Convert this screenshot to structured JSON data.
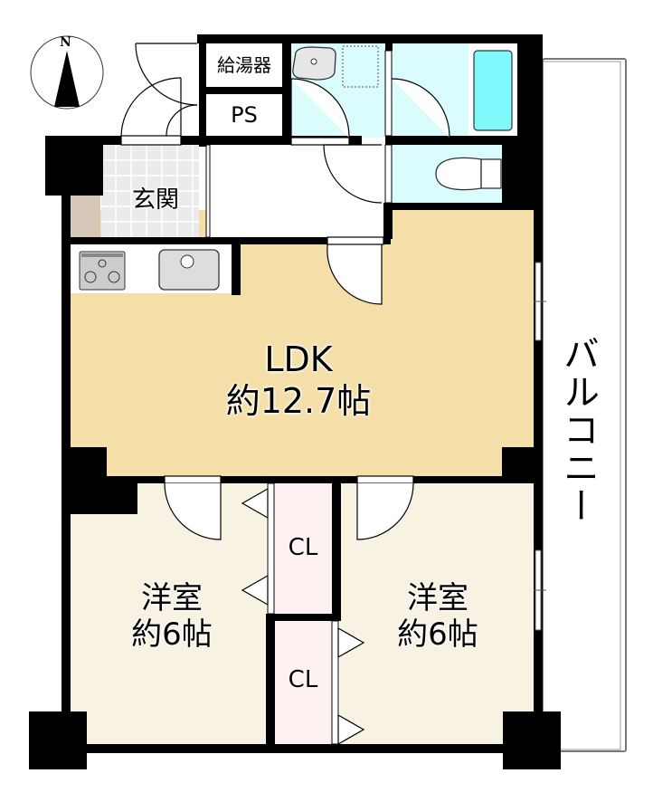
{
  "compass": {
    "north_label": "N"
  },
  "rooms": {
    "ldk": {
      "name": "LDK",
      "area": "約12.7帖"
    },
    "western_left": {
      "name": "洋室",
      "area": "約6帖"
    },
    "western_right": {
      "name": "洋室",
      "area": "約6帖"
    },
    "closet_upper": {
      "name": "CL"
    },
    "closet_lower": {
      "name": "CL"
    },
    "entrance": {
      "name": "玄関"
    },
    "water_heater": {
      "name": "給湯器"
    },
    "pipe_space": {
      "name": "PS"
    },
    "balcony": {
      "name": "バルコニー"
    }
  },
  "colors": {
    "wall": "#000000",
    "ldk_floor": "#f5dfa8",
    "western_floor": "#f8f2e2",
    "closet_floor": "#fdf0f0",
    "wet_area": "#dafcfc",
    "bathtub": "#7ff8fc",
    "entrance_tile": "#ebebeb",
    "shoe_box": "#d6c8b8"
  }
}
